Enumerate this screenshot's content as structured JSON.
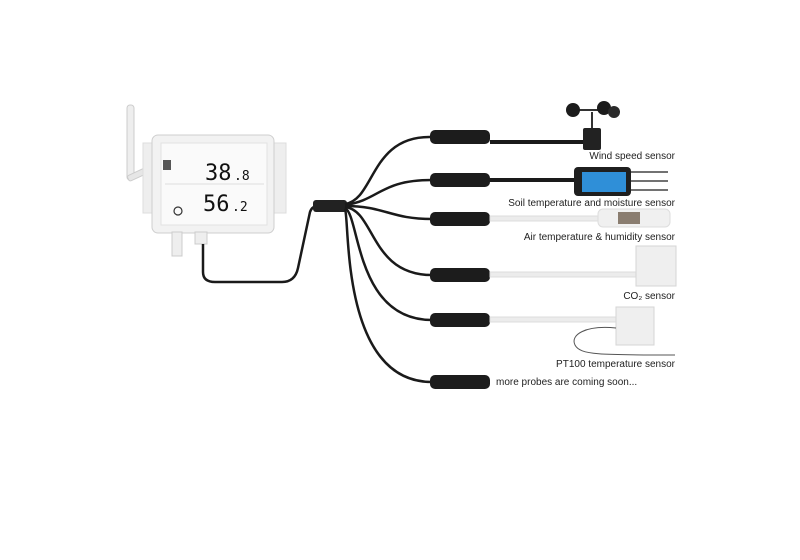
{
  "device": {
    "reading_top": "38",
    "reading_top_decimal": ".8",
    "reading_bottom": "56",
    "reading_bottom_decimal": ".2"
  },
  "sensors": [
    {
      "label": "Wind speed sensor"
    },
    {
      "label": "Soil temperature and moisture sensor"
    },
    {
      "label": "Air temperature & humidity sensor"
    },
    {
      "label": "CO₂ sensor"
    },
    {
      "label": "PT100 temperature  sensor"
    },
    {
      "label": "more probes are coming soon..."
    }
  ],
  "colors": {
    "cable": "#1a1a1a",
    "tube": "#e8e8e8",
    "soil_screen": "#2f8fd8"
  }
}
